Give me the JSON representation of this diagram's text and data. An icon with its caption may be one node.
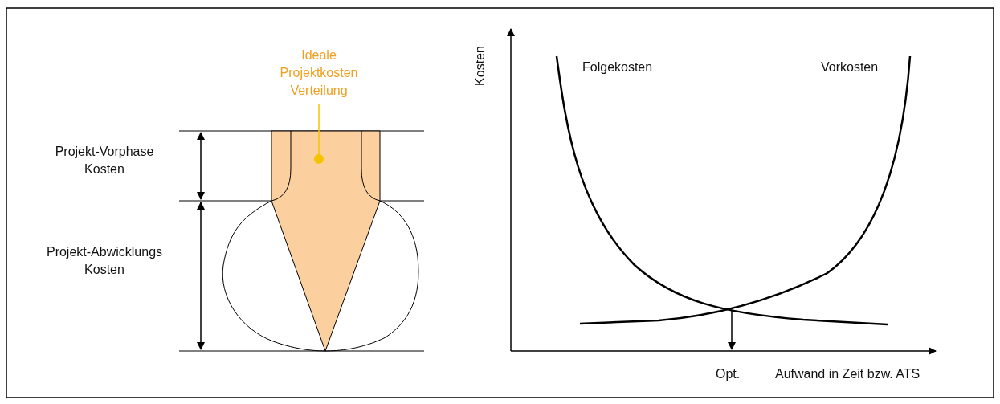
{
  "diagram": {
    "nodes": [
      {
        "text": [
          "Ideale Projektkosten Verteilung"
        ]
      },
      {
        "text": [],
        "shape": "funnel"
      }
    ],
    "edges": [
      {
        "from": 0,
        "to": 1,
        "arrow": "other"
      }
    ],
    "labels": [
      "Projekt-Vorphase Kosten",
      "Projekt-Abwicklungs Kosten",
      "Kosten",
      "Folgekosten",
      "Vorkosten",
      "Opt.",
      "Aufwand in Zeit bzw. ATS"
    ]
  }
}
